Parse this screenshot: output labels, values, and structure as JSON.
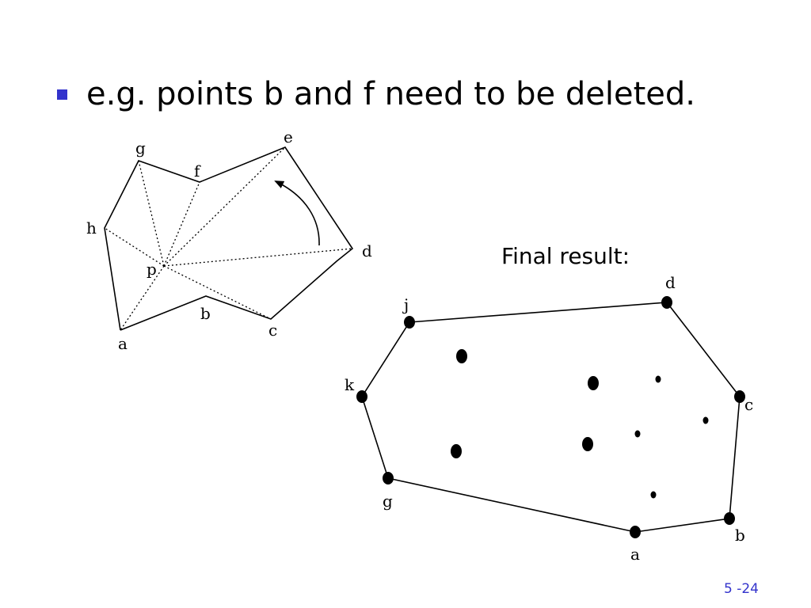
{
  "bullet": {
    "text": "e.g. points b and f need to be deleted.",
    "color": "#3333cc"
  },
  "final_label": "Final result:",
  "page_number": "5 -24",
  "left_diagram": {
    "labels": {
      "g": "g",
      "f": "f",
      "e": "e",
      "h": "h",
      "d": "d",
      "p": "p",
      "b": "b",
      "c": "c",
      "a": "a"
    }
  },
  "right_diagram": {
    "labels": {
      "j": "j",
      "d": "d",
      "k": "k",
      "c": "c",
      "g": "g",
      "b": "b",
      "a": "a"
    }
  }
}
